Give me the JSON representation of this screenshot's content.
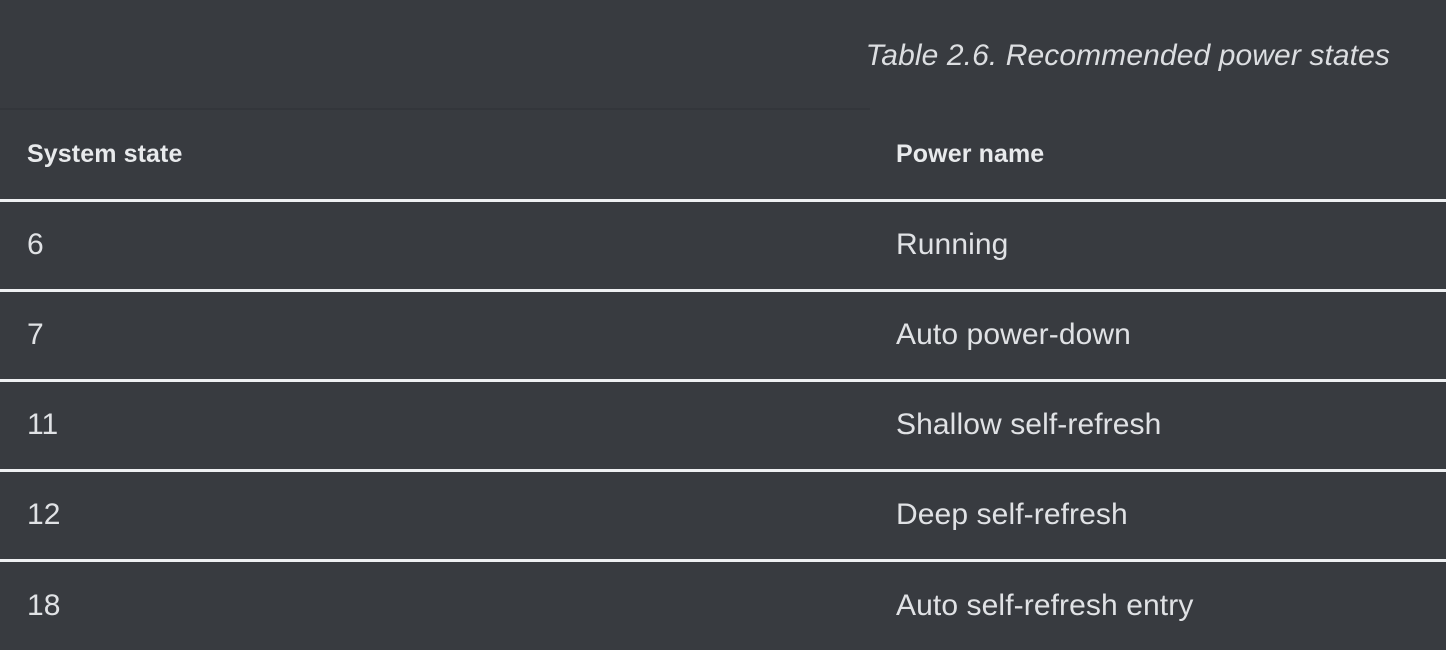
{
  "figure": {
    "caption": "Table 2.6. Recommended power states",
    "background_color": "#383b40",
    "text_color": "#e0e2e5",
    "rule_color": "#eef0f2"
  },
  "table": {
    "columns": [
      {
        "key": "system_state",
        "label": "System state"
      },
      {
        "key": "power_name",
        "label": "Power name"
      }
    ],
    "rows": [
      {
        "system_state": "6",
        "power_name": "Running"
      },
      {
        "system_state": "7",
        "power_name": "Auto power-down"
      },
      {
        "system_state": "11",
        "power_name": "Shallow self-refresh"
      },
      {
        "system_state": "12",
        "power_name": "Deep self-refresh"
      },
      {
        "system_state": "18",
        "power_name": "Auto self-refresh entry"
      }
    ]
  }
}
